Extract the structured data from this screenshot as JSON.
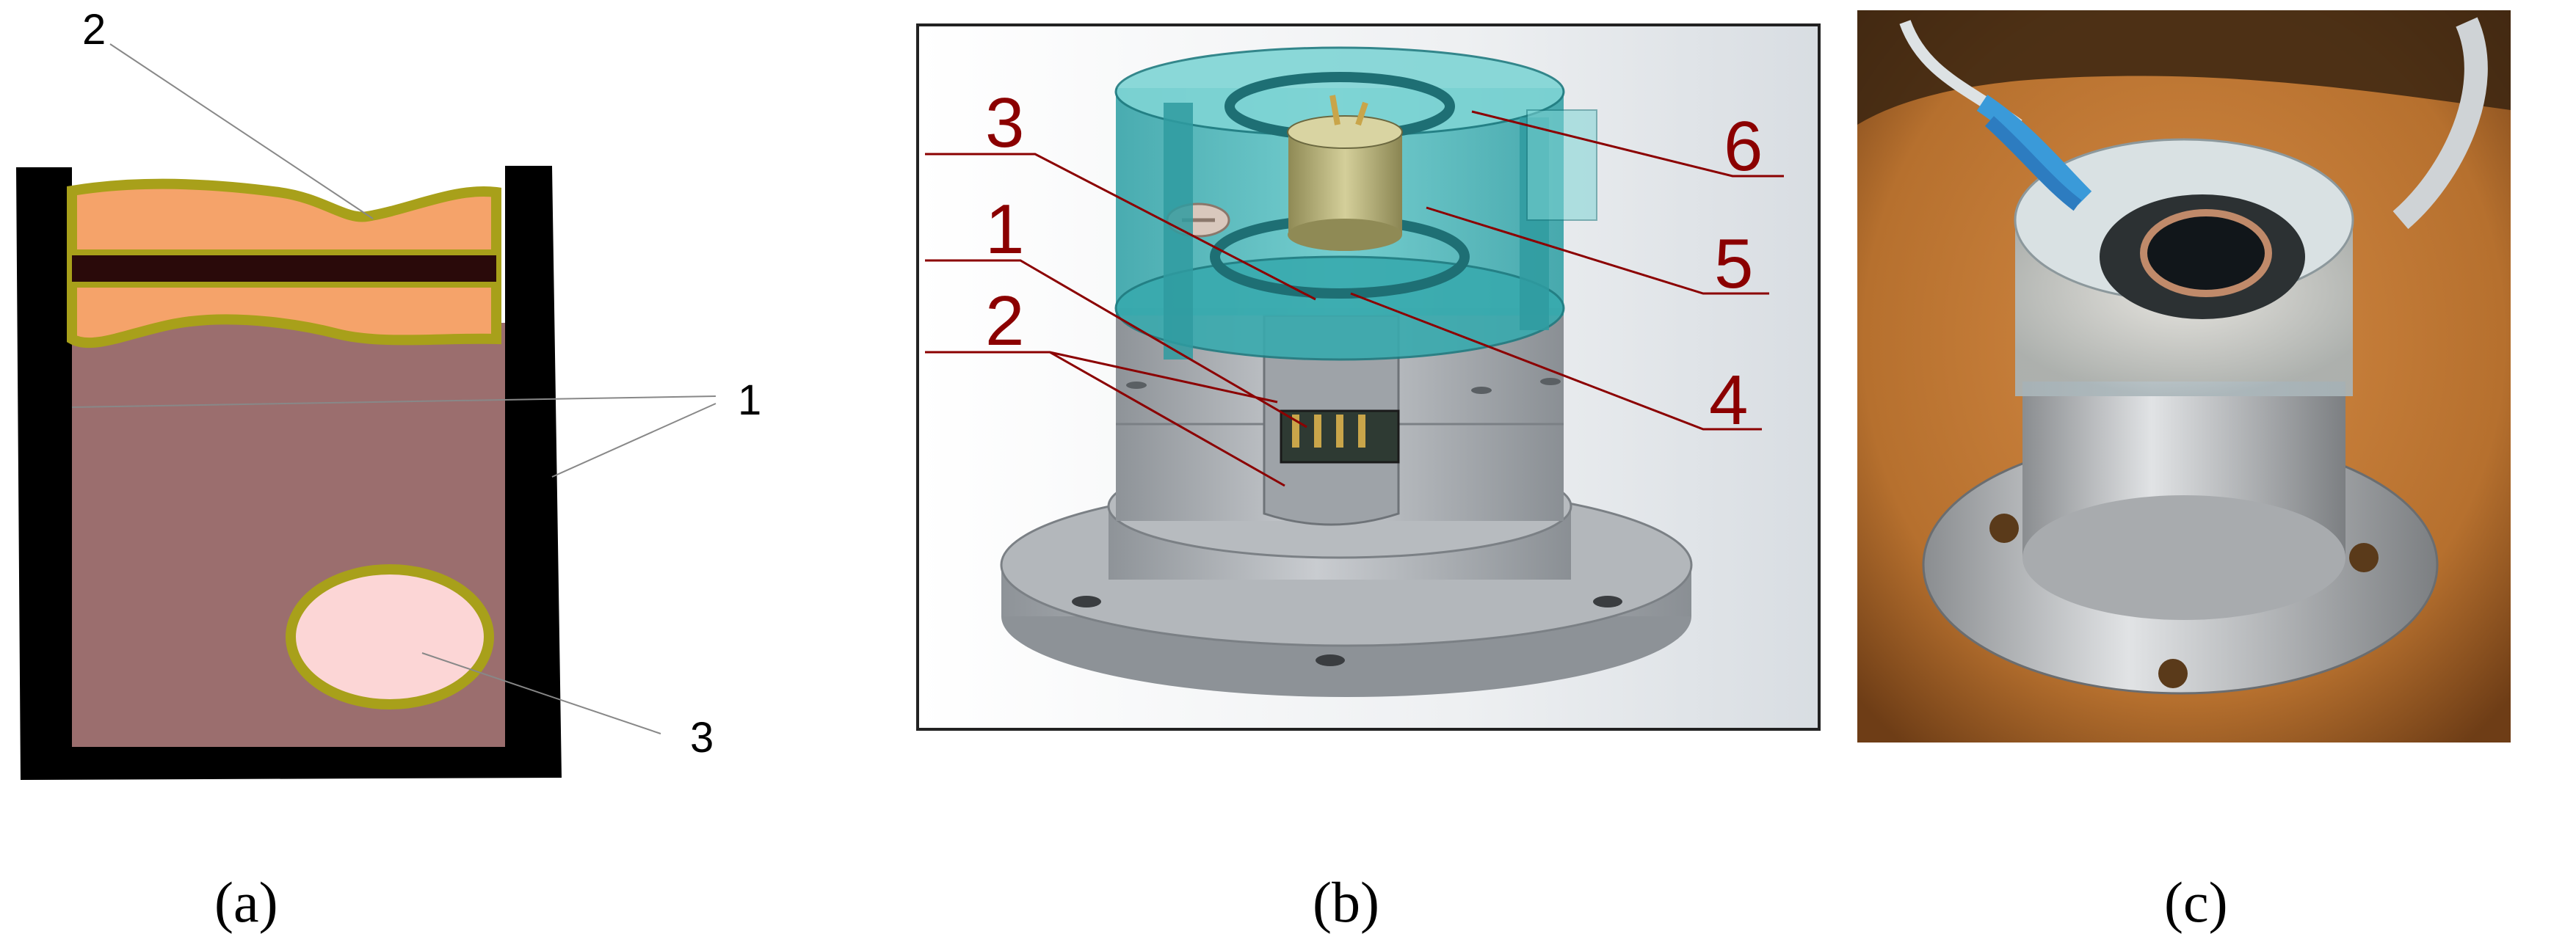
{
  "panel_a": {
    "labels": [
      "2",
      "1",
      "3"
    ],
    "caption": "(a)",
    "colors": {
      "wall": "#000000",
      "fill": "#9b6e6e",
      "layer": "#f5a36a",
      "outline": "#a8a01a",
      "band": "#2a0a0a",
      "inclusion": "#fcd6d6"
    }
  },
  "panel_b": {
    "labels": [
      "3",
      "1",
      "2",
      "6",
      "5",
      "4"
    ],
    "caption": "(b)",
    "colors": {
      "label": "#8b0000",
      "body": "#a9adb1",
      "transparent": "#2fb6b6",
      "core": "#b8b07a"
    }
  },
  "panel_c": {
    "caption": "(c)",
    "colors": {
      "table": "#c07a3a",
      "metal": "#b9bcbf",
      "wire": "#3a9ad9"
    }
  }
}
